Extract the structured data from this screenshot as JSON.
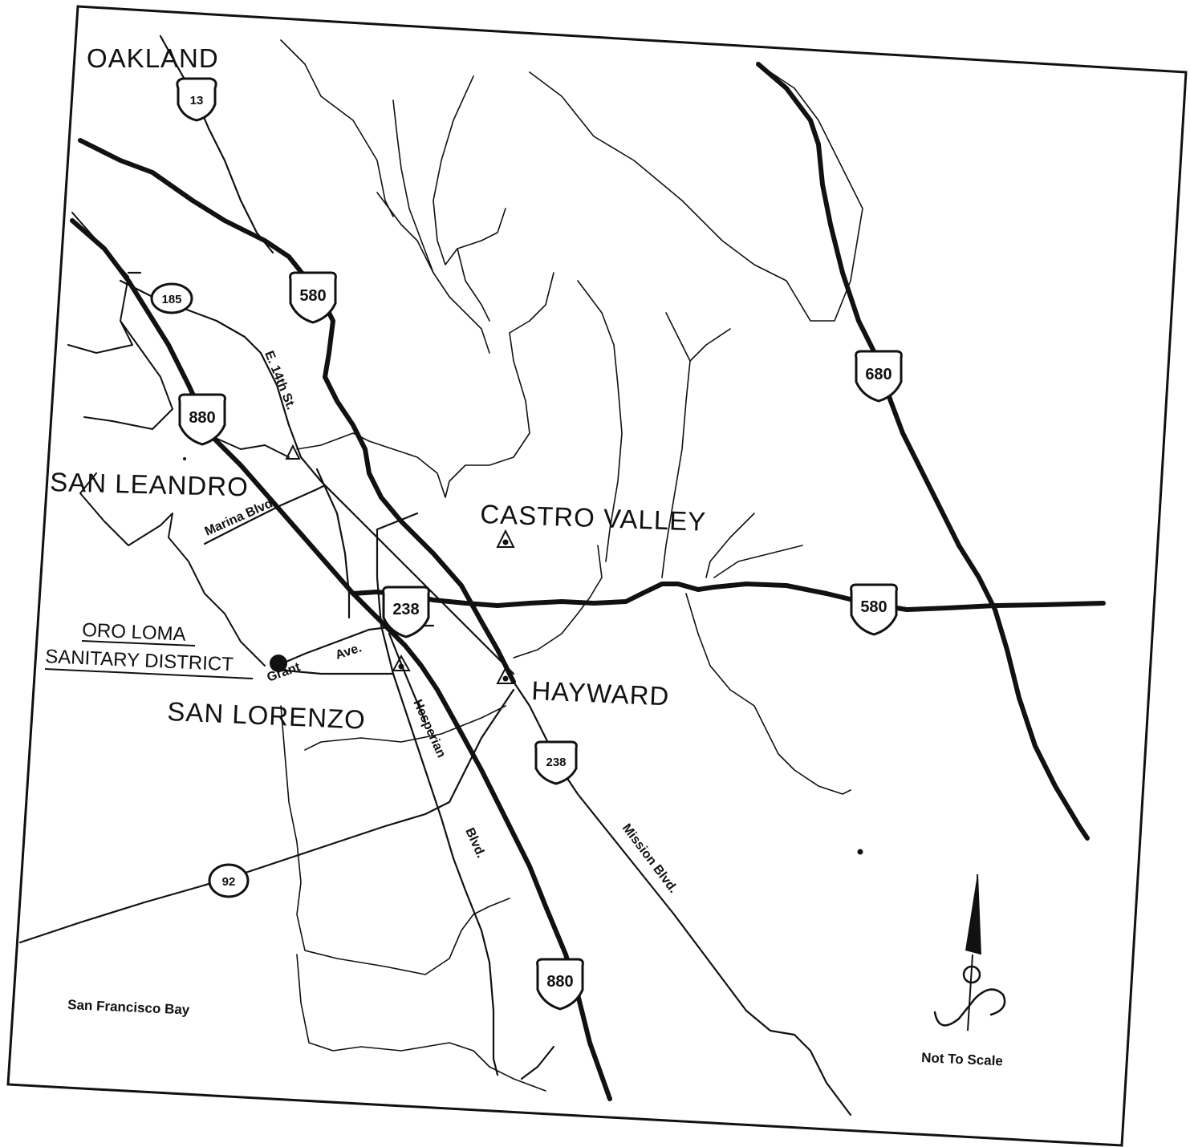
{
  "cities": {
    "oakland": "OAKLAND",
    "san_leandro": "SAN LEANDRO",
    "castro_valley": "CASTRO VALLEY",
    "hayward": "HAYWARD",
    "san_lorenzo": "SAN LORENZO"
  },
  "district": {
    "line1": "ORO LOMA",
    "line2": "SANITARY DISTRICT"
  },
  "streets": {
    "e14th": "E. 14th St.",
    "marina": "Marina Blvd.",
    "grant": "Grant",
    "ave": "Ave.",
    "hesperian": "Hesperian",
    "hesperian_blvd": "Blvd.",
    "mission": "Mission Blvd."
  },
  "shields": {
    "r13": "13",
    "r185": "185",
    "r580a": "580",
    "r680": "680",
    "r880a": "880",
    "r238a": "238",
    "r580b": "580",
    "r238b": "238",
    "r92": "92",
    "r880b": "880"
  },
  "water": {
    "bay": "San Francisco Bay"
  },
  "legend": {
    "scale_note": "Not To Scale"
  }
}
